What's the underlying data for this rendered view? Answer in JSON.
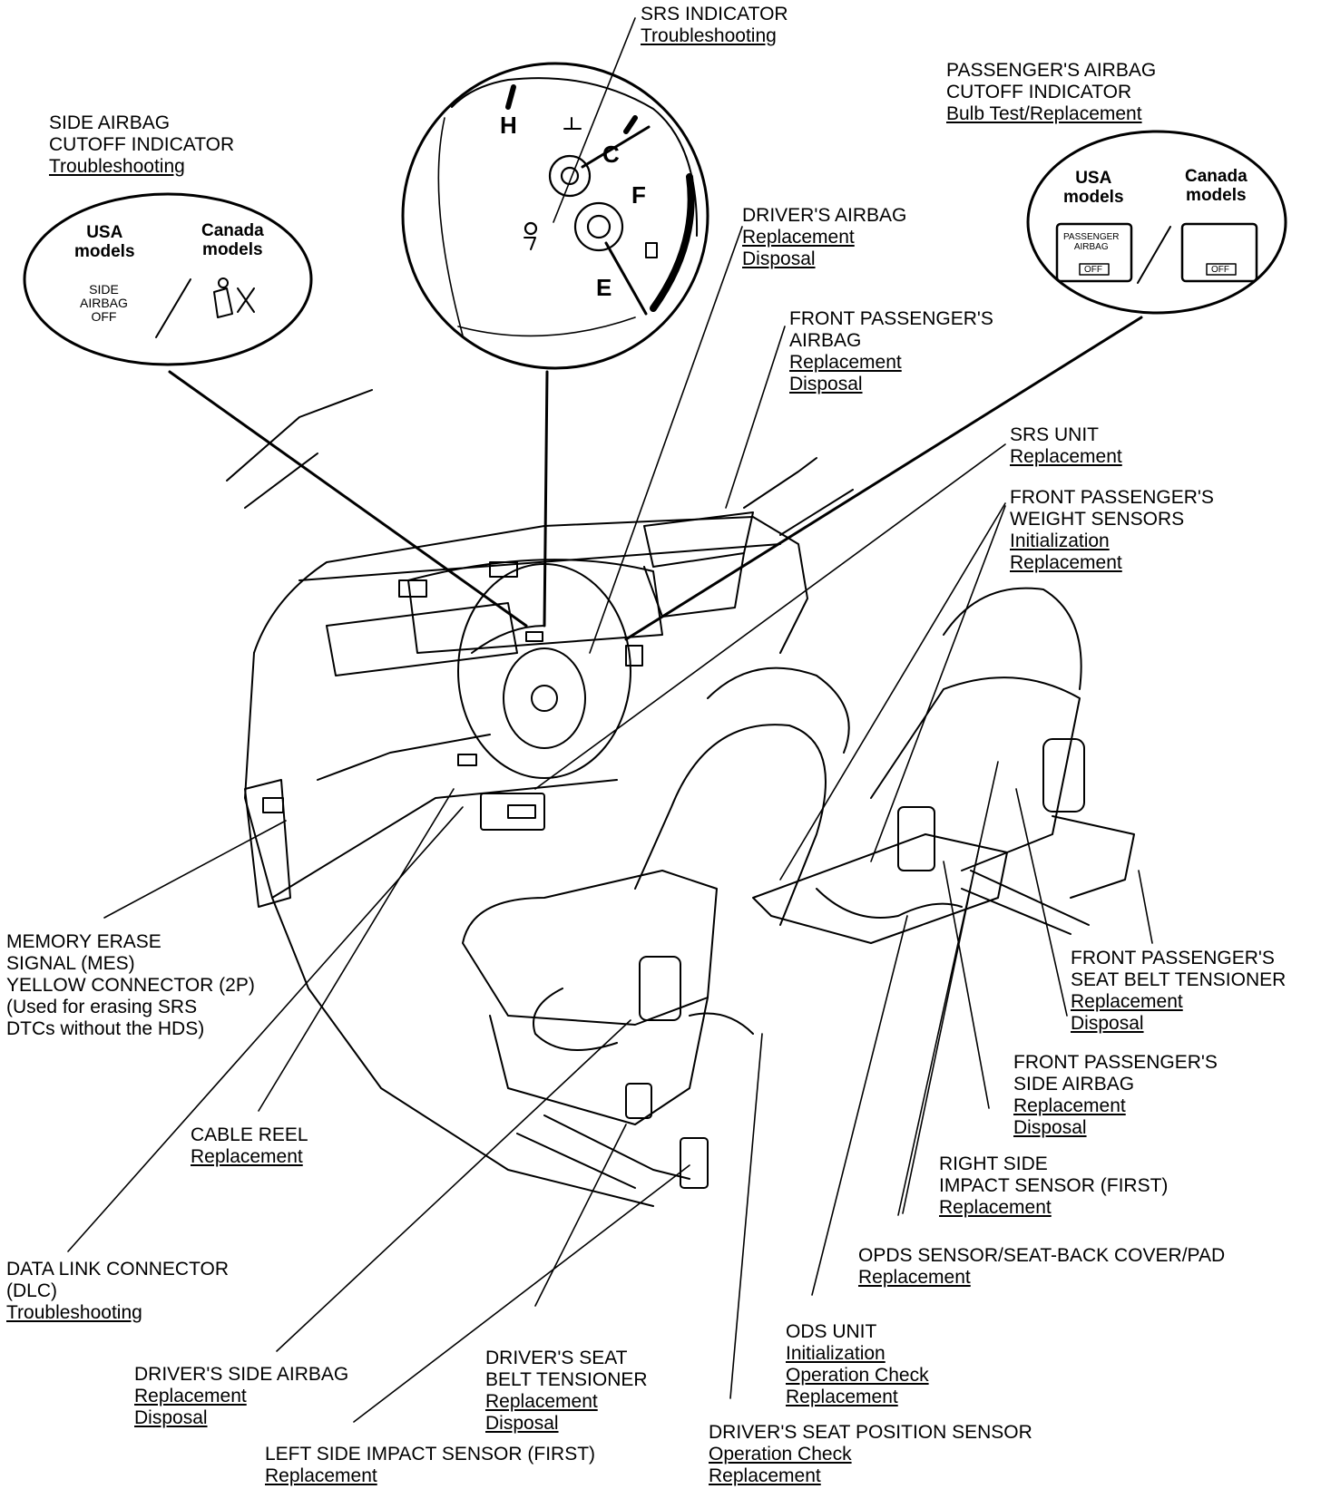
{
  "labels": {
    "srs_indicator": {
      "title": [
        "SRS INDICATOR"
      ],
      "links": [
        "Troubleshooting"
      ]
    },
    "passenger_airbag_cutoff": {
      "title": [
        "PASSENGER'S AIRBAG",
        "CUTOFF INDICATOR"
      ],
      "links": [
        "Bulb Test/Replacement"
      ]
    },
    "side_airbag_cutoff": {
      "title": [
        "SIDE AIRBAG",
        "CUTOFF INDICATOR"
      ],
      "links": [
        "Troubleshooting"
      ]
    },
    "drivers_airbag": {
      "title": [
        "DRIVER'S AIRBAG"
      ],
      "links": [
        "Replacement",
        "Disposal"
      ]
    },
    "front_passenger_airbag": {
      "title": [
        "FRONT PASSENGER'S",
        "AIRBAG"
      ],
      "links": [
        "Replacement",
        "Disposal"
      ]
    },
    "srs_unit": {
      "title": [
        "SRS UNIT"
      ],
      "links": [
        "Replacement"
      ]
    },
    "weight_sensors": {
      "title": [
        "FRONT PASSENGER'S",
        "WEIGHT SENSORS"
      ],
      "links": [
        "Initialization",
        "Replacement"
      ]
    },
    "fp_seat_belt_tensioner": {
      "title": [
        "FRONT PASSENGER'S",
        "SEAT BELT TENSIONER"
      ],
      "links": [
        "Replacement",
        "Disposal"
      ]
    },
    "fp_side_airbag": {
      "title": [
        "FRONT PASSENGER'S",
        "SIDE AIRBAG"
      ],
      "links": [
        "Replacement",
        "Disposal"
      ]
    },
    "right_impact_sensor": {
      "title": [
        "RIGHT SIDE",
        "IMPACT SENSOR (FIRST)"
      ],
      "links": [
        "Replacement"
      ]
    },
    "opds_sensor": {
      "title": [
        "OPDS SENSOR/SEAT-BACK COVER/PAD"
      ],
      "links": [
        "Replacement"
      ]
    },
    "ods_unit": {
      "title": [
        "ODS UNIT"
      ],
      "links": [
        "Initialization",
        "Operation Check",
        "Replacement"
      ]
    },
    "drivers_seat_position": {
      "title": [
        "DRIVER'S SEAT POSITION SENSOR"
      ],
      "links": [
        "Operation Check",
        "Replacement"
      ]
    },
    "left_impact_sensor": {
      "title": [
        "LEFT SIDE IMPACT SENSOR (FIRST)"
      ],
      "links": [
        "Replacement"
      ]
    },
    "drivers_seat_belt_tensioner": {
      "title": [
        "DRIVER'S SEAT",
        "BELT TENSIONER"
      ],
      "links": [
        "Replacement",
        "Disposal"
      ]
    },
    "drivers_side_airbag": {
      "title": [
        "DRIVER'S SIDE AIRBAG"
      ],
      "links": [
        "Replacement",
        "Disposal"
      ]
    },
    "dlc": {
      "title": [
        "DATA LINK CONNECTOR",
        "(DLC)"
      ],
      "links": [
        "Troubleshooting"
      ]
    },
    "cable_reel": {
      "title": [
        "CABLE REEL"
      ],
      "links": [
        "Replacement"
      ]
    },
    "mes_connector": {
      "title": [
        "MEMORY ERASE",
        "SIGNAL (MES)",
        "YELLOW CONNECTOR (2P)",
        "(Used for erasing SRS",
        "DTCs without the HDS)"
      ],
      "links": []
    }
  },
  "bubbles": {
    "usa": "USA\nmodels",
    "canada": "Canada\nmodels",
    "side_airbag_off": "SIDE\nAIRBAG\nOFF",
    "passenger_airbag_off": "PASSENGER\nAIRBAG",
    "off": "OFF"
  },
  "gauge": {
    "h": "H",
    "c": "C",
    "f": "F",
    "e": "E"
  }
}
